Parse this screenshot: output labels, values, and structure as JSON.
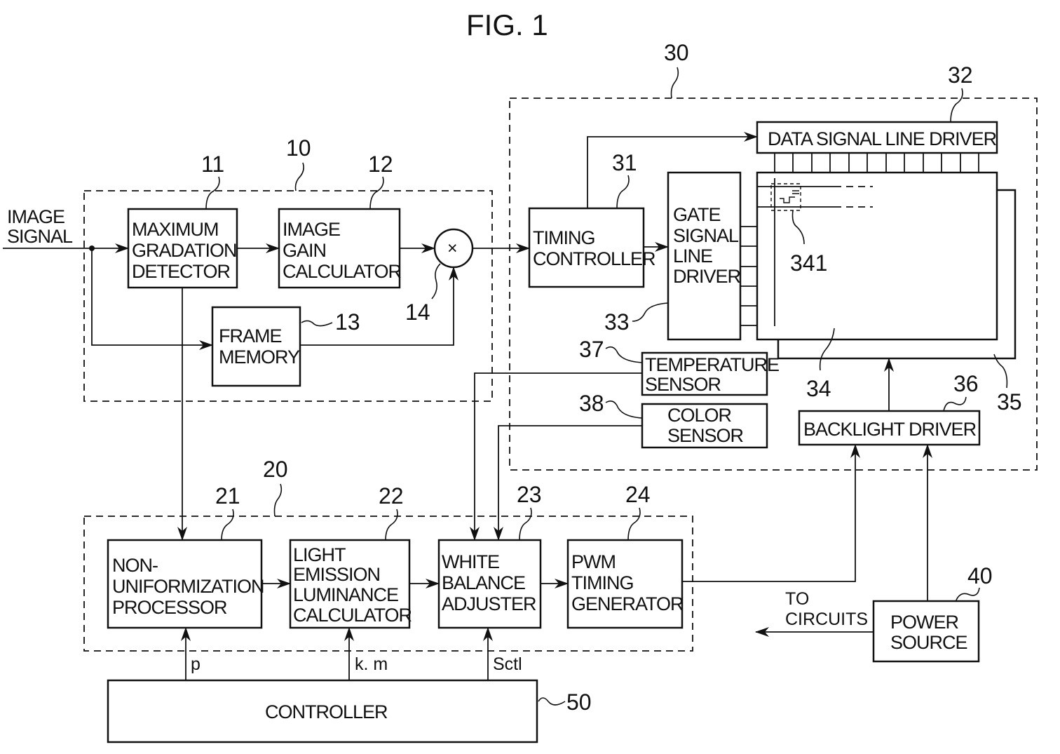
{
  "figure": {
    "title": "FIG. 1"
  },
  "input": {
    "label_line1": "IMAGE",
    "label_line2": "SIGNAL"
  },
  "groups": {
    "g10": "10",
    "g20": "20",
    "g30": "30"
  },
  "blocks": {
    "b11": {
      "ref": "11",
      "lines": [
        "MAXIMUM",
        "GRADATION",
        "DETECTOR"
      ]
    },
    "b12": {
      "ref": "12",
      "lines": [
        "IMAGE",
        "GAIN",
        "CALCULATOR"
      ]
    },
    "b13": {
      "ref": "13",
      "lines": [
        "FRAME",
        "MEMORY"
      ]
    },
    "b14": {
      "ref": "14",
      "symbol": "×"
    },
    "b21": {
      "ref": "21",
      "lines": [
        "NON-",
        "UNIFORMIZATION",
        "PROCESSOR"
      ]
    },
    "b22": {
      "ref": "22",
      "lines": [
        "LIGHT",
        "EMISSION",
        "LUMINANCE",
        "CALCULATOR"
      ]
    },
    "b23": {
      "ref": "23",
      "lines": [
        "WHITE",
        "BALANCE",
        "ADJUSTER"
      ]
    },
    "b24": {
      "ref": "24",
      "lines": [
        "PWM",
        "TIMING",
        "GENERATOR"
      ]
    },
    "b31": {
      "ref": "31",
      "lines": [
        "TIMING",
        "CONTROLLER"
      ]
    },
    "b32": {
      "ref": "32",
      "lines": [
        "DATA  SIGNAL  LINE  DRIVER"
      ]
    },
    "b33": {
      "ref": "33",
      "lines": [
        "GATE",
        "SIGNAL",
        "LINE",
        "DRIVER"
      ]
    },
    "b34": {
      "ref": "34"
    },
    "b341": {
      "ref": "341"
    },
    "b35": {
      "ref": "35"
    },
    "b36": {
      "ref": "36",
      "lines": [
        "BACKLIGHT  DRIVER"
      ]
    },
    "b37": {
      "ref": "37",
      "lines": [
        "TEMPERATURE",
        "SENSOR"
      ]
    },
    "b38": {
      "ref": "38",
      "lines": [
        "COLOR",
        "SENSOR"
      ]
    },
    "b40": {
      "ref": "40",
      "lines": [
        "POWER",
        "SOURCE"
      ]
    },
    "b50": {
      "ref": "50",
      "lines": [
        "CONTROLLER"
      ]
    }
  },
  "signals": {
    "p": "p",
    "km": "k. m",
    "sctl": "Sctl",
    "to_circuits_line1": "TO",
    "to_circuits_line2": "CIRCUITS"
  }
}
